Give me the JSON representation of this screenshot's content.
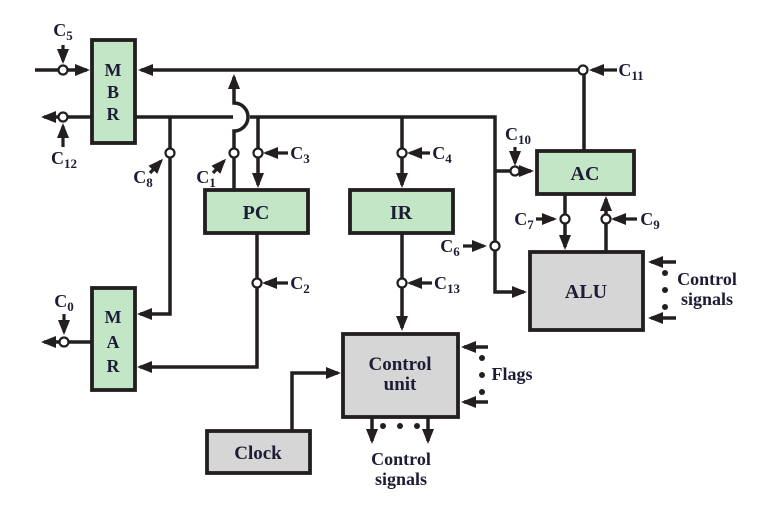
{
  "colors": {
    "green": "#c3e7c6",
    "gray": "#d6d6d6",
    "ink": "#231f20",
    "text": "#1c1c35",
    "bg": "#ffffff"
  },
  "boxes": {
    "mbr": [
      "M",
      "B",
      "R"
    ],
    "mar": [
      "M",
      "A",
      "R"
    ],
    "pc": "PC",
    "ir": "IR",
    "ac": "AC",
    "alu": "ALU",
    "control_unit": [
      "Control",
      "unit"
    ],
    "clock": "Clock"
  },
  "signals": {
    "c0": {
      "base": "C",
      "sub": "0"
    },
    "c1": {
      "base": "C",
      "sub": "1"
    },
    "c2": {
      "base": "C",
      "sub": "2"
    },
    "c3": {
      "base": "C",
      "sub": "3"
    },
    "c4": {
      "base": "C",
      "sub": "4"
    },
    "c5": {
      "base": "C",
      "sub": "5"
    },
    "c6": {
      "base": "C",
      "sub": "6"
    },
    "c7": {
      "base": "C",
      "sub": "7"
    },
    "c8": {
      "base": "C",
      "sub": "8"
    },
    "c9": {
      "base": "C",
      "sub": "9"
    },
    "c10": {
      "base": "C",
      "sub": "10"
    },
    "c11": {
      "base": "C",
      "sub": "11"
    },
    "c12": {
      "base": "C",
      "sub": "12"
    },
    "c13": {
      "base": "C",
      "sub": "13"
    }
  },
  "annotations": {
    "flags": "Flags",
    "alu_control": [
      "Control",
      "signals"
    ],
    "cu_control": [
      "Control",
      "signals"
    ]
  }
}
